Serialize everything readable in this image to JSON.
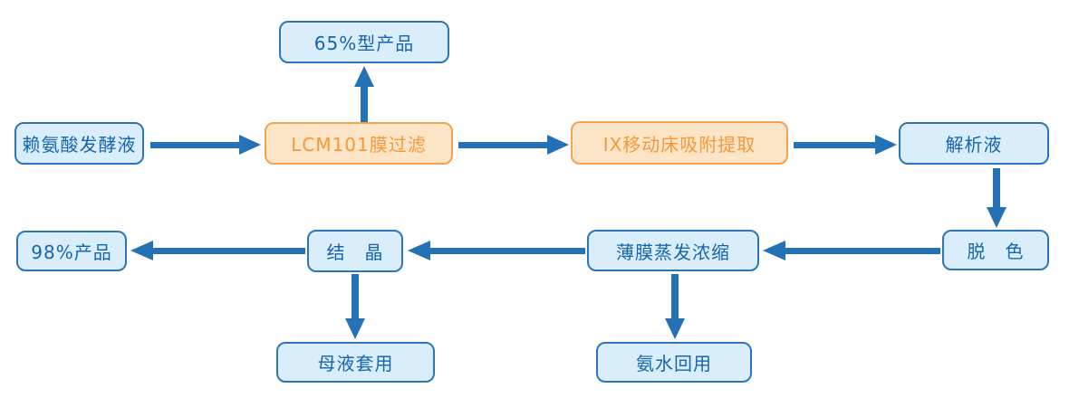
{
  "diagram": {
    "title": "lysine-production-process-flowchart",
    "nodes": {
      "ferment": {
        "label": "赖氨酸发酵液",
        "style": "blue"
      },
      "product65": {
        "label": "65%型产品",
        "style": "blue"
      },
      "lcm": {
        "label": "LCM101膜过滤",
        "style": "orange"
      },
      "ix": {
        "label": "IX移动床吸附提取",
        "style": "orange"
      },
      "jiexi": {
        "label": "解析液",
        "style": "blue"
      },
      "tuose": {
        "label": "脱　色",
        "style": "blue"
      },
      "bomo": {
        "label": "薄膜蒸发浓缩",
        "style": "blue"
      },
      "jiejing": {
        "label": "结　晶",
        "style": "blue"
      },
      "product98": {
        "label": "98%产品",
        "style": "blue"
      },
      "muye": {
        "label": "母液套用",
        "style": "blue"
      },
      "anshui": {
        "label": "氨水回用",
        "style": "blue"
      }
    },
    "edges": [
      {
        "from": "赖氨酸发酵液",
        "to": "LCM101膜过滤",
        "direction": "right"
      },
      {
        "from": "LCM101膜过滤",
        "to": "65%型产品",
        "direction": "up"
      },
      {
        "from": "LCM101膜过滤",
        "to": "IX移动床吸附提取",
        "direction": "right"
      },
      {
        "from": "IX移动床吸附提取",
        "to": "解析液",
        "direction": "right"
      },
      {
        "from": "解析液",
        "to": "脱　色",
        "direction": "down"
      },
      {
        "from": "脱　色",
        "to": "薄膜蒸发浓缩",
        "direction": "left"
      },
      {
        "from": "薄膜蒸发浓缩",
        "to": "结　晶",
        "direction": "left"
      },
      {
        "from": "薄膜蒸发浓缩",
        "to": "氨水回用",
        "direction": "down"
      },
      {
        "from": "结　晶",
        "to": "98%产品",
        "direction": "left"
      },
      {
        "from": "结　晶",
        "to": "母液套用",
        "direction": "down"
      }
    ],
    "colors": {
      "background": "#FFFFFF",
      "box_blue_fill": "#D9EEFA",
      "box_blue_border": "#2E75B6",
      "box_blue_text": "#1565B0",
      "box_orange_fill": "#FCE4C6",
      "box_orange_border": "#F2A254",
      "box_orange_text": "#F79838",
      "arrow": "#2471B5"
    }
  }
}
